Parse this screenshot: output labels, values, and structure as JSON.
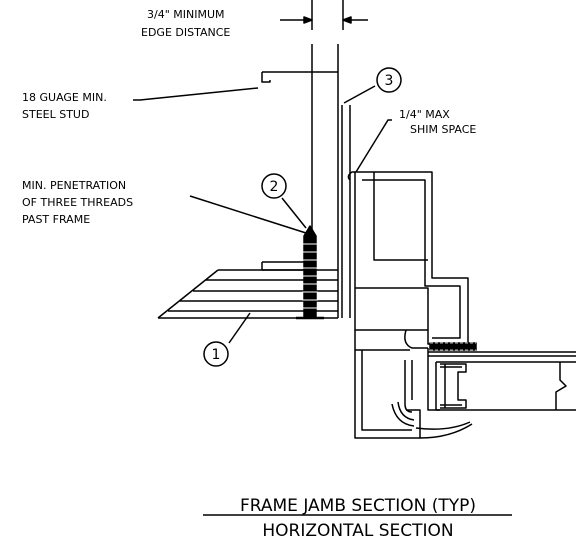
{
  "labels": {
    "edge_distance_1": "3/4\" MINIMUM",
    "edge_distance_2": "EDGE DISTANCE",
    "stud_1": "18 GUAGE MIN.",
    "stud_2": "STEEL STUD",
    "shim_1": "1/4\" MAX",
    "shim_2": "SHIM SPACE",
    "penetration_1": "MIN. PENETRATION",
    "penetration_2": "OF THREE THREADS",
    "penetration_3": "PAST FRAME"
  },
  "callouts": {
    "one": "1",
    "two": "2",
    "three": "3"
  },
  "titles": {
    "main": "FRAME JAMB SECTION (TYP)",
    "sub": "HORIZONTAL SECTION"
  }
}
